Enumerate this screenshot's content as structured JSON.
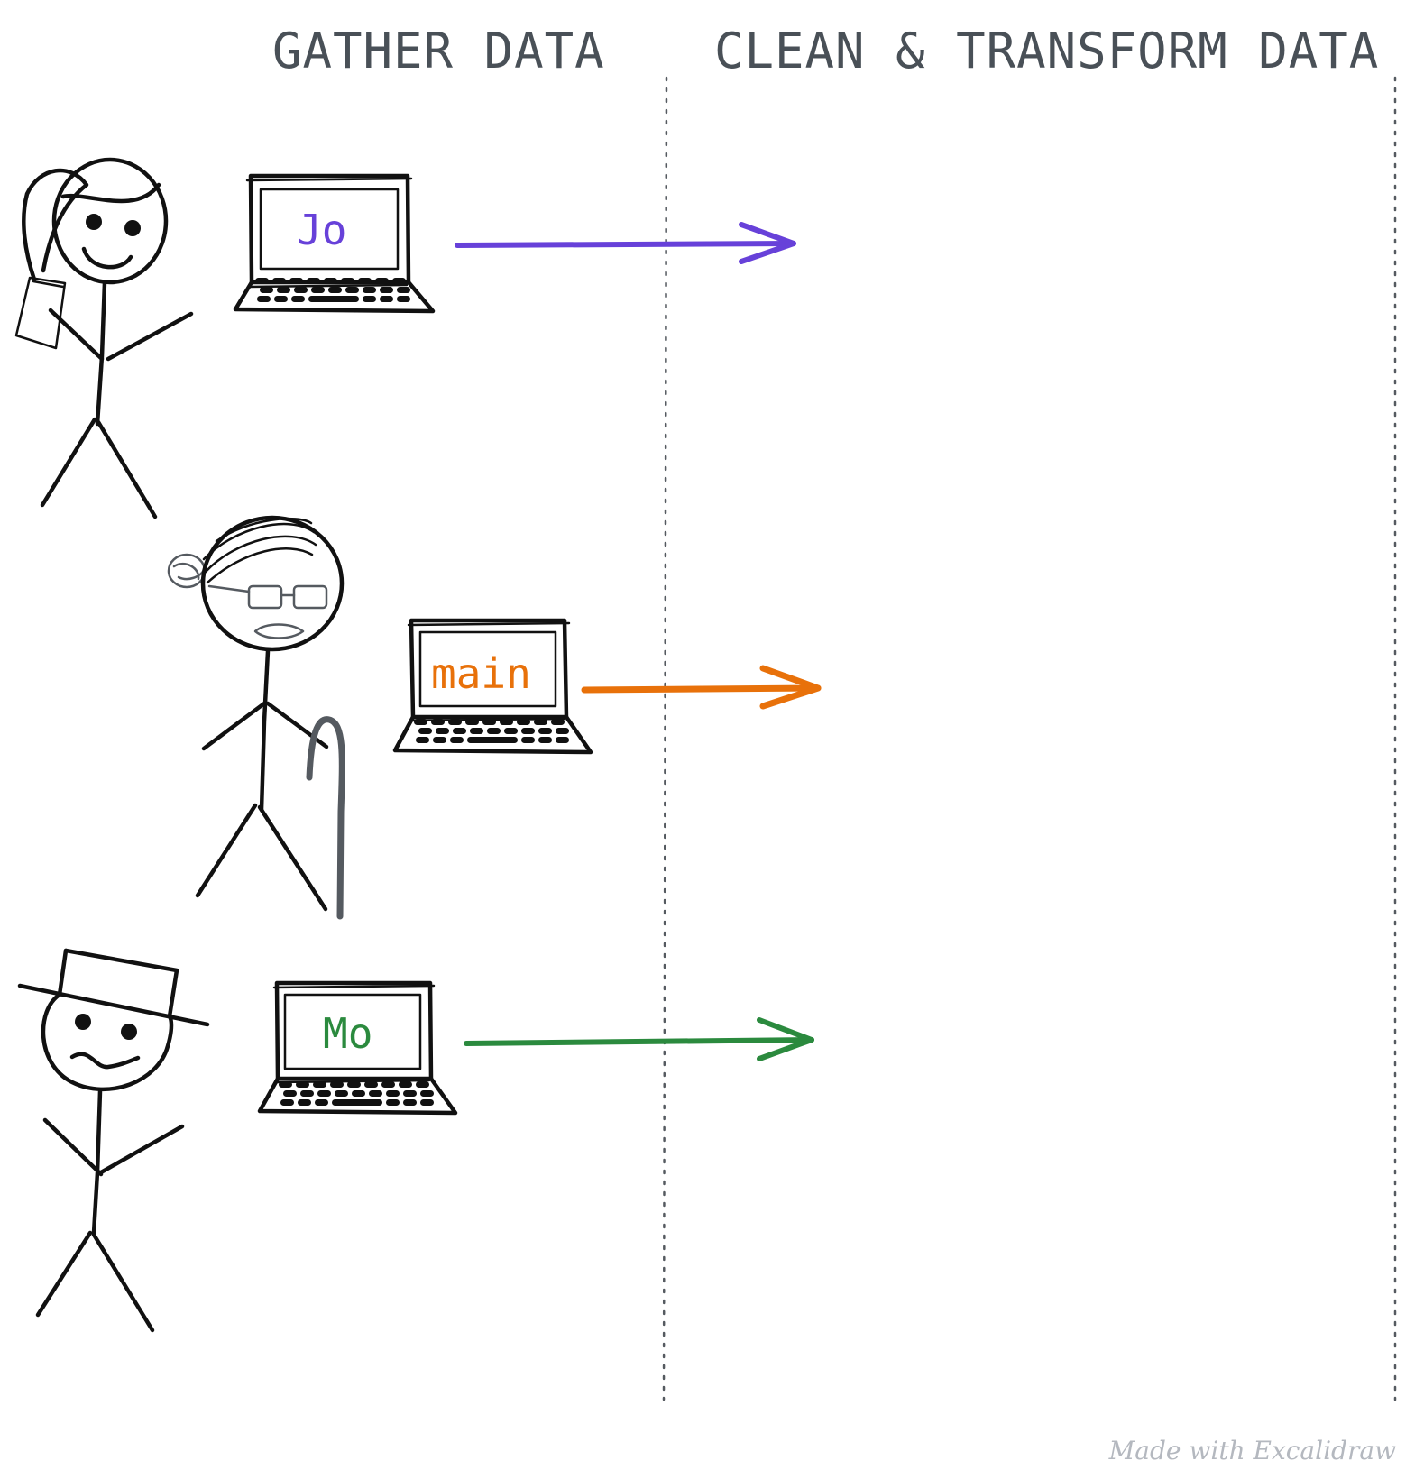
{
  "headings": {
    "left": "GATHER DATA",
    "right": "CLEAN & TRANSFORM DATA"
  },
  "people": [
    {
      "id": "jo",
      "laptop_label": "Jo",
      "color": "#6741d9"
    },
    {
      "id": "main",
      "laptop_label": "main",
      "color": "#e8710a"
    },
    {
      "id": "mo",
      "laptop_label": "Mo",
      "color": "#2b8a3e"
    }
  ],
  "watermark": "Made with Excalidraw"
}
